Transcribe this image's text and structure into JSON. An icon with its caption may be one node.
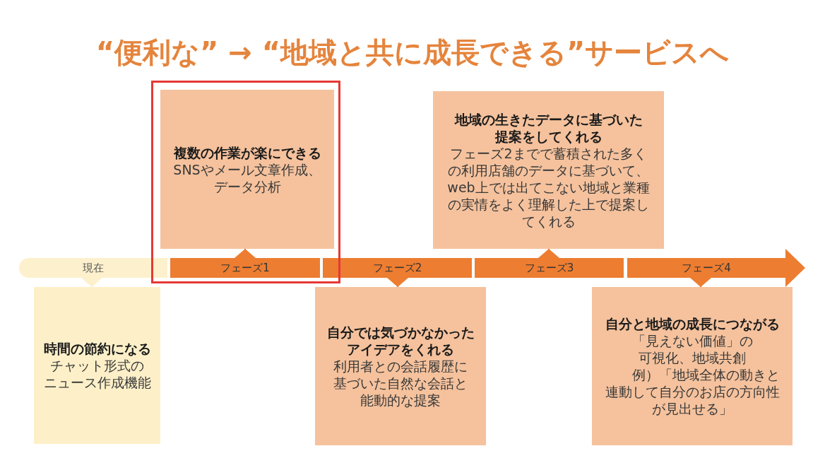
{
  "diagram": {
    "title": "“便利な” → “地域と共に成長できる”サービスへ",
    "nodes": [
      {
        "text": [],
        "shape": "box"
      },
      {
        "text": [
          "複数の作業が楽にできる",
          "SNSやメール文章作成、データ分析"
        ],
        "in": 0
      },
      {
        "text": [
          "地域の生きたデータに基づいた提案をしてくれる",
          "フェーズ2までで蓄積された多くの利用店舗のデータに基づいて、web上では出てこない地域と業種の実情をよく理解した上で提案してくれる"
        ]
      },
      {
        "text": [
          "現在"
        ]
      },
      {
        "text": [
          "フェーズ1"
        ],
        "in": 0
      },
      {
        "text": [
          "フェーズ2"
        ]
      },
      {
        "text": [
          "フェーズ3"
        ]
      },
      {
        "text": [
          "フェーズ4"
        ]
      },
      {
        "text": [
          "時間の節約になる",
          "チャット形式のニュース作成機能"
        ]
      },
      {
        "text": [
          "自分では気づかなかったアイデアをくれる",
          "利用者との会話履歴に基づいた自然な会話と能動的な提案"
        ]
      },
      {
        "text": [
          "自分と地域の成長につながる",
          "「見えない価値」の可視化、地域共創",
          "例）「地域全体の動きと連動して自分のお店の方向性が見出せる」"
        ]
      }
    ],
    "edges": [
      {
        "from": 3,
        "to": 8,
        "arrow": "to",
        "color": "#fdf0cc"
      },
      {
        "from": 4,
        "to": 1,
        "arrow": "to"
      },
      {
        "from": 5,
        "to": 9,
        "arrow": "to"
      },
      {
        "from": 6,
        "to": 2,
        "arrow": "to"
      },
      {
        "from": 7,
        "to": 10,
        "arrow": "to"
      }
    ]
  }
}
